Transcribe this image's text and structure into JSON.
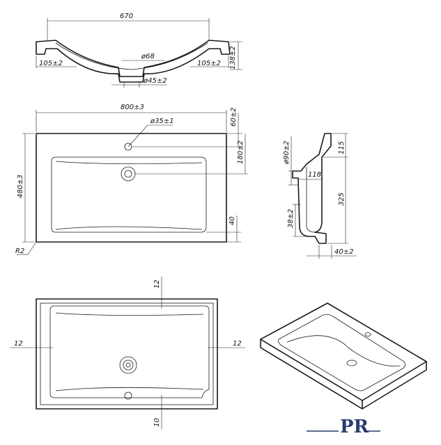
{
  "top_view": {
    "width": "670",
    "drain": "ø68",
    "outlet": "ø45±2",
    "left_rim": "105±2",
    "right_rim": "105±2",
    "height": "138±2"
  },
  "plan_view": {
    "width": "800±3",
    "depth": "480±3",
    "faucet_hole": "ø35±1",
    "faucet_offset": "60±2",
    "drain_offset": "180±2",
    "front_margin": "40",
    "corner_radius": "R2"
  },
  "section_view": {
    "drain_dia": "ø90±2",
    "bowl_depth": "118",
    "outlet_height": "38±2",
    "top_height": "115",
    "full_height": "325",
    "outlet_offset": "40±2"
  },
  "bottom_view": {
    "top": "12",
    "left": "12",
    "right": "12",
    "bottom": "10"
  },
  "logo": {
    "text": "PR"
  }
}
